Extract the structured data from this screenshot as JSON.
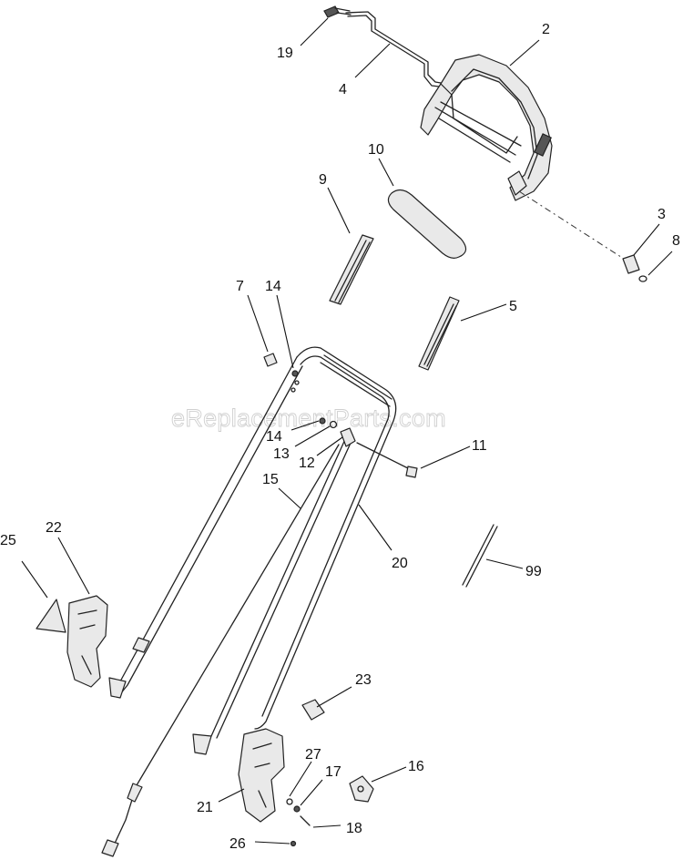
{
  "watermark": "eReplacementParts.com",
  "callouts": [
    {
      "id": "19",
      "label": "19"
    },
    {
      "id": "4",
      "label": "4"
    },
    {
      "id": "2",
      "label": "2"
    },
    {
      "id": "10",
      "label": "10"
    },
    {
      "id": "9",
      "label": "9"
    },
    {
      "id": "3",
      "label": "3"
    },
    {
      "id": "8",
      "label": "8"
    },
    {
      "id": "7",
      "label": "7"
    },
    {
      "id": "14a",
      "label": "14"
    },
    {
      "id": "5",
      "label": "5"
    },
    {
      "id": "14b",
      "label": "14"
    },
    {
      "id": "13",
      "label": "13"
    },
    {
      "id": "12",
      "label": "12"
    },
    {
      "id": "11",
      "label": "11"
    },
    {
      "id": "15",
      "label": "15"
    },
    {
      "id": "20",
      "label": "20"
    },
    {
      "id": "25",
      "label": "25"
    },
    {
      "id": "22",
      "label": "22"
    },
    {
      "id": "99",
      "label": "99"
    },
    {
      "id": "23",
      "label": "23"
    },
    {
      "id": "27",
      "label": "27"
    },
    {
      "id": "16",
      "label": "16"
    },
    {
      "id": "17",
      "label": "17"
    },
    {
      "id": "21",
      "label": "21"
    },
    {
      "id": "18",
      "label": "18"
    },
    {
      "id": "26",
      "label": "26"
    }
  ]
}
